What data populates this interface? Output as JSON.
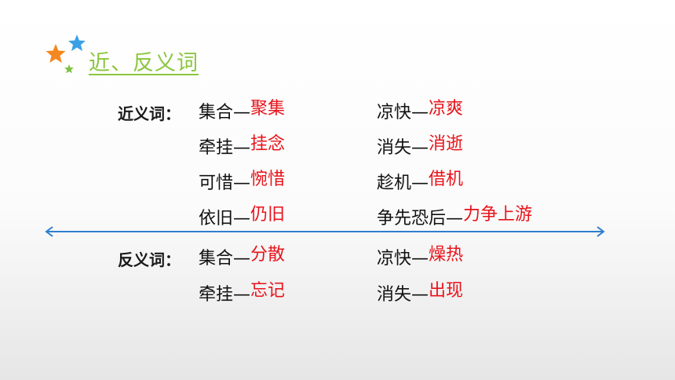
{
  "title": "近、反义词",
  "synonyms": {
    "label": "近义词：",
    "left": [
      {
        "word": "集合",
        "dash": "—",
        "answer": "聚集"
      },
      {
        "word": "牵挂",
        "dash": "—",
        "answer": "挂念"
      },
      {
        "word": "可惜",
        "dash": "—",
        "answer": "惋惜"
      },
      {
        "word": "依旧",
        "dash": "—",
        "answer": "仍旧"
      }
    ],
    "right": [
      {
        "word": "凉快",
        "dash": "—",
        "answer": "凉爽"
      },
      {
        "word": "消失",
        "dash": "—",
        "answer": "消逝"
      },
      {
        "word": "趁机",
        "dash": "—",
        "answer": "借机"
      },
      {
        "word": "争先恐后",
        "dash": "—",
        "answer": "力争上游"
      }
    ]
  },
  "antonyms": {
    "label": "反义词：",
    "left": [
      {
        "word": "集合",
        "dash": "—",
        "answer": "分散"
      },
      {
        "word": "牵挂",
        "dash": "—",
        "answer": "忘记"
      }
    ],
    "right": [
      {
        "word": "凉快",
        "dash": "—",
        "answer": "燥热"
      },
      {
        "word": "消失",
        "dash": "—",
        "answer": "出现"
      }
    ]
  },
  "colors": {
    "title": "#8cc63e",
    "answer": "#e8131a",
    "divider": "#2e7fd0",
    "star_orange": "#f5871f",
    "star_blue": "#3aa0e6",
    "star_green": "#7cc23f"
  }
}
